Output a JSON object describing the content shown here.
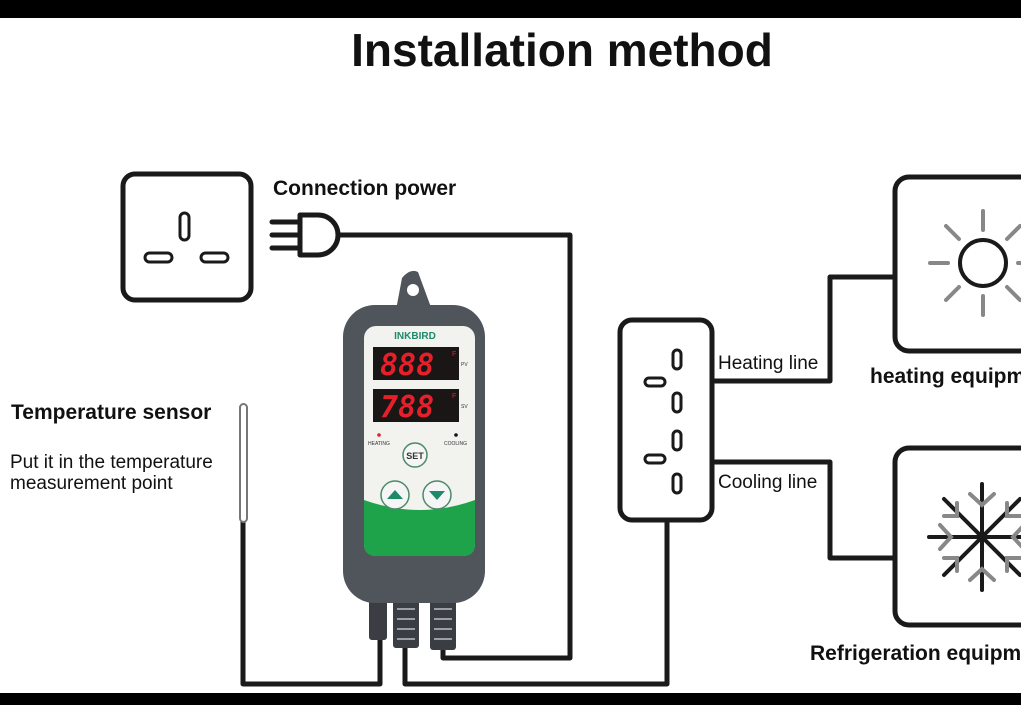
{
  "title": "Installation method",
  "labels": {
    "connection_power": "Connection power",
    "temperature_sensor": "Temperature sensor",
    "sensor_note_line1": "Put it in the temperature",
    "sensor_note_line2": "measurement point",
    "heating_line": "Heating line",
    "cooling_line": "Cooling line",
    "heating_equipment": "heating equipment",
    "refrigeration_equipment": "Refrigeration equipment"
  },
  "controller": {
    "brand": "INKBIRD",
    "pv_display": "888",
    "sv_display": "788",
    "unit": "F",
    "pv_label": "PV",
    "sv_label": "SV",
    "heating_indicator": "HEATING",
    "cooling_indicator": "COOLING",
    "set_button": "SET",
    "accent_green": "#1fa34a",
    "body_color": "#50555c"
  },
  "icons": [
    "power-outlet-icon",
    "plug-icon",
    "sun-icon",
    "snowflake-icon",
    "relay-socket-icon",
    "temperature-probe-icon"
  ]
}
